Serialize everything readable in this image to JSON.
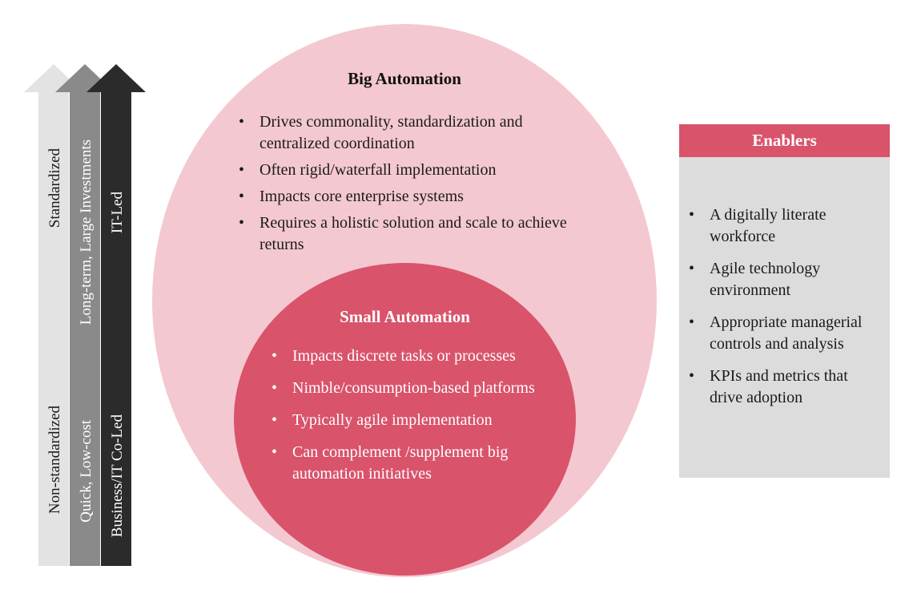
{
  "arrows": [
    {
      "bottom_label": "Non-standardized",
      "top_label": "Standardized",
      "color": "#e3e3e3"
    },
    {
      "bottom_label": "Quick, Low-cost",
      "top_label": "Long-term, Large Investments",
      "color": "#8a8a8a"
    },
    {
      "bottom_label": "Business/IT Co-Led",
      "top_label": "IT-Led",
      "color": "#2b2b2b"
    }
  ],
  "big_automation": {
    "title": "Big Automation",
    "items": [
      "Drives commonality, standardization and centralized coordination",
      "Often rigid/waterfall implementation",
      "Impacts core enterprise systems",
      "Requires a holistic solution and scale to achieve returns"
    ],
    "color": "#f4c8d0"
  },
  "small_automation": {
    "title": "Small Automation",
    "items": [
      "Impacts discrete tasks or processes",
      "Nimble/consumption-based platforms",
      "Typically agile implementation",
      "Can complement /supplement big automation initiatives"
    ],
    "color": "#d9536b"
  },
  "enablers": {
    "title": "Enablers",
    "items": [
      "A digitally literate workforce",
      "Agile technology environment",
      "Appropriate managerial controls and analysis",
      "KPIs and metrics that drive adoption"
    ],
    "header_color": "#d9536b",
    "box_color": "#dcdcdc"
  }
}
